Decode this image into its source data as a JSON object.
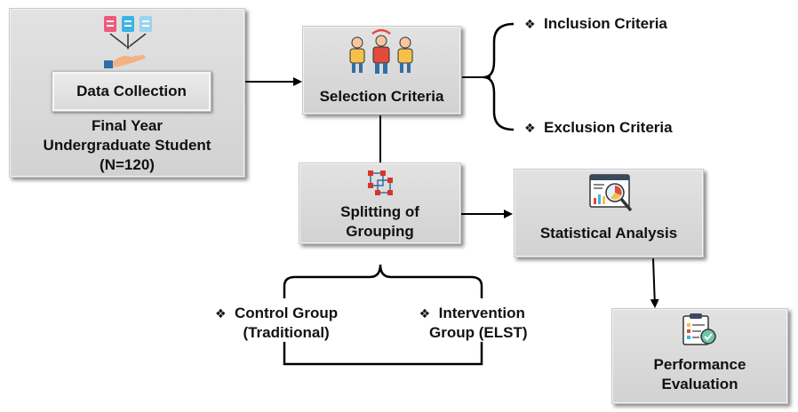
{
  "boxes": {
    "data_collection": {
      "button_label": "Data Collection",
      "line1": "Final Year",
      "line2": "Undergraduate Student",
      "line3": "(N=120)"
    },
    "selection_criteria": {
      "label": "Selection Criteria"
    },
    "splitting": {
      "line1": "Splitting of",
      "line2": "Grouping"
    },
    "statistical_analysis": {
      "label": "Statistical Analysis"
    },
    "performance": {
      "line1": "Performance",
      "line2": "Evaluation"
    }
  },
  "criteria": {
    "bullet": "❖",
    "inclusion": "Inclusion Criteria",
    "exclusion": "Exclusion Criteria"
  },
  "groups": {
    "bullet": "❖",
    "control_line1": "Control Group",
    "control_line2": "(Traditional)",
    "intervention_line1": "Intervention",
    "intervention_line2": "Group (ELST)"
  },
  "icons": {
    "data_collection": "documents-hand-icon",
    "selection": "people-group-icon",
    "splitting": "vector-nodes-icon",
    "analysis": "analytics-dashboard-icon",
    "performance": "clipboard-checklist-icon"
  }
}
